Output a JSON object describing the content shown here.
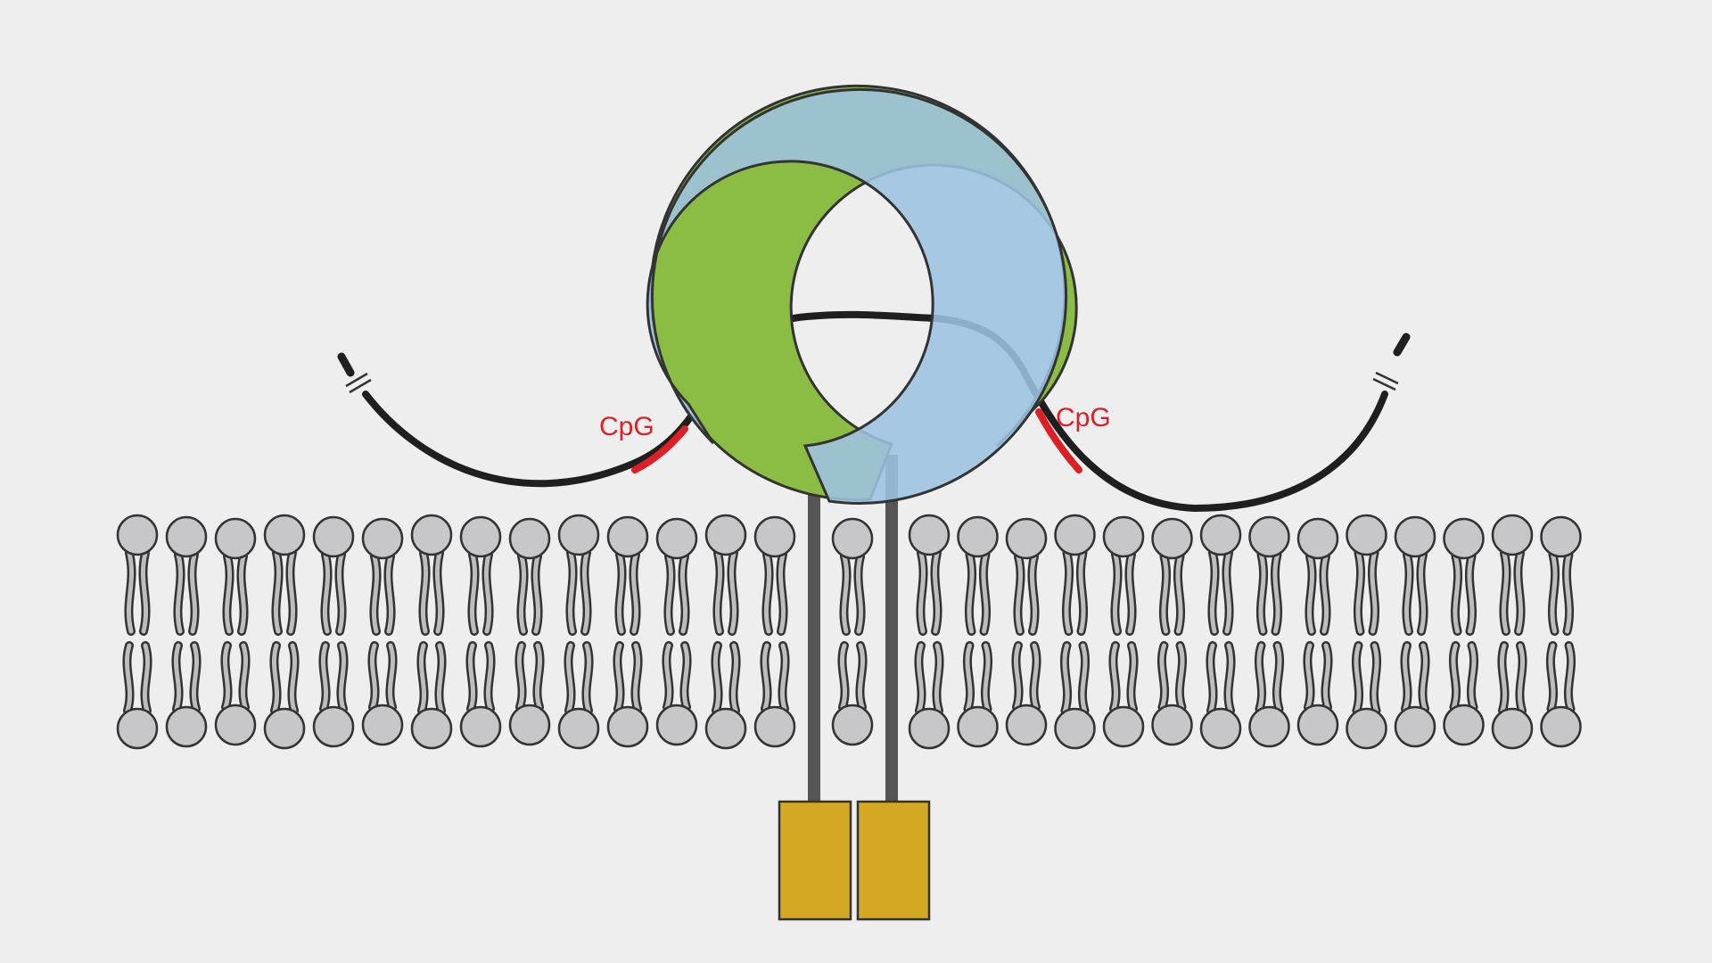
{
  "labels": {
    "cpg_left": "CpG",
    "cpg_right": "CpG"
  },
  "colors": {
    "background": "#eeeeee",
    "receptor_left": "#9dc3e0",
    "receptor_right": "#8bbd45",
    "dna_strand": "#1f1f1f",
    "cpg_motif": "#dd1f26",
    "cpg_text": "#dd1f26",
    "lipid_head": "#c7c7c9",
    "lipid_tail": "#bdbdbf",
    "outline": "#333333",
    "transmembrane": "#555555",
    "cytoplasmic_domain": "#d4a823"
  },
  "membrane": {
    "lipids_left_of_receptor": 15,
    "lipids_right_of_receptor": 14
  },
  "icons": {
    "dna_break_marks": "double-slash"
  }
}
